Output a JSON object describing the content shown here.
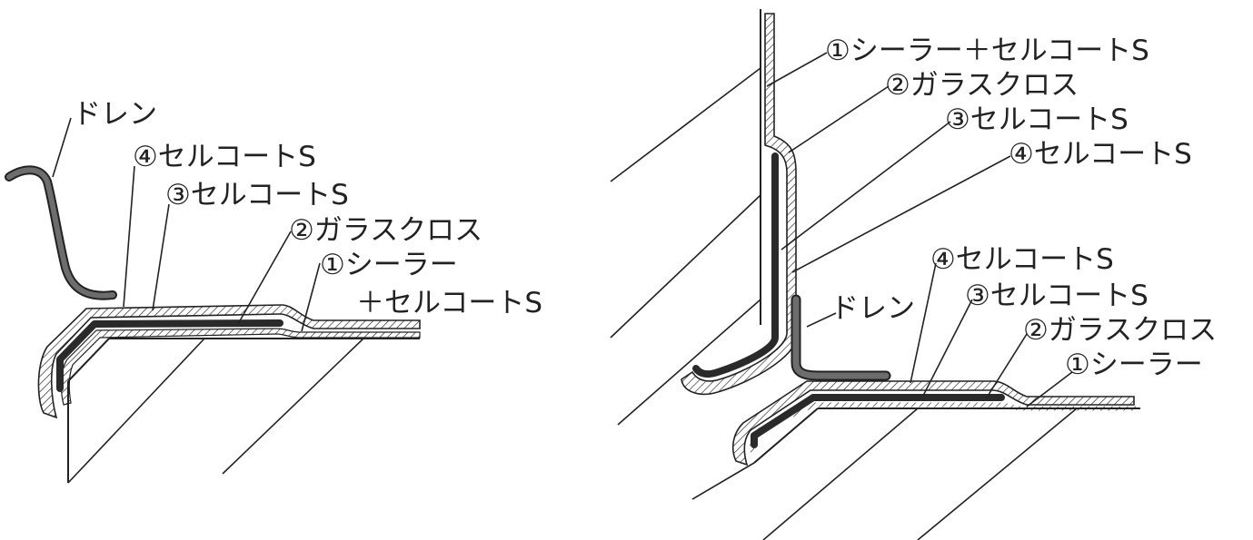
{
  "left_diagram": {
    "labels": {
      "drain": "ドレン",
      "layer4": "④セルコートS",
      "layer3": "③セルコートS",
      "layer2": "②ガラスクロス",
      "layer1_line1": "①シーラー",
      "layer1_line2": "＋セルコートS"
    }
  },
  "right_diagram": {
    "labels": {
      "wall_layer1": "①シーラー＋セルコートS",
      "wall_layer2": "②ガラスクロス",
      "wall_layer3": "③セルコートS",
      "wall_layer4": "④セルコートS",
      "drain": "ドレン",
      "floor_layer4": "④セルコートS",
      "floor_layer3": "③セルコートS",
      "floor_layer2": "②ガラスクロス",
      "floor_layer1": "①シーラー"
    }
  },
  "colors": {
    "ink": "#222222",
    "glass_cloth": "#2a2a2a",
    "drain_pipe": "#6d6d6d",
    "background": "#ffffff"
  }
}
